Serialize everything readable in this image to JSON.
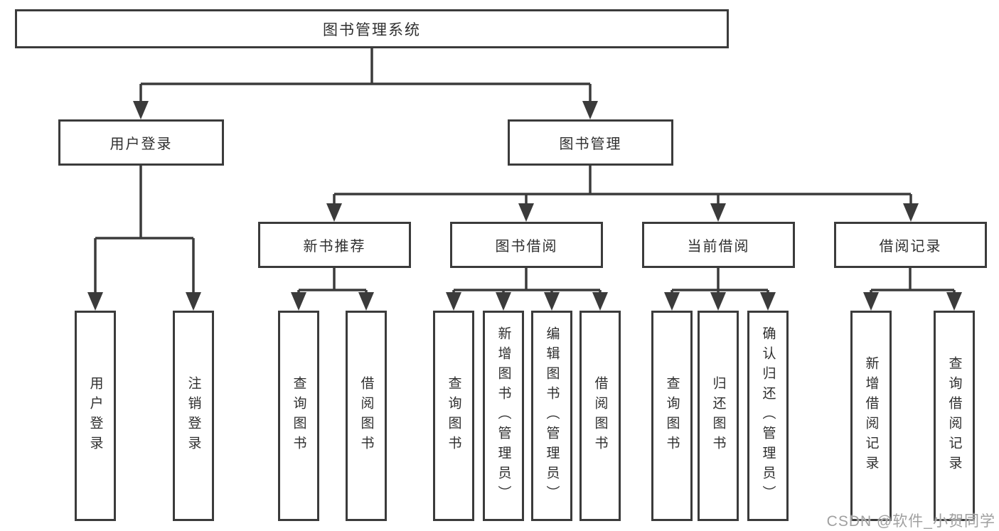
{
  "diagram": {
    "root": {
      "label": "图书管理系统"
    },
    "branches": [
      {
        "label": "用户登录",
        "children": [
          {
            "label": "用户登录"
          },
          {
            "label": "注销登录"
          }
        ]
      },
      {
        "label": "图书管理",
        "groups": [
          {
            "label": "新书推荐",
            "children": [
              {
                "label": "查询图书"
              },
              {
                "label": "借阅图书"
              }
            ]
          },
          {
            "label": "图书借阅",
            "children": [
              {
                "label": "查询图书"
              },
              {
                "label": "新增图书（管理员）"
              },
              {
                "label": "编辑图书（管理员）"
              },
              {
                "label": "借阅图书"
              }
            ]
          },
          {
            "label": "当前借阅",
            "children": [
              {
                "label": "查询图书"
              },
              {
                "label": "归还图书"
              },
              {
                "label": "确认归还（管理员）"
              }
            ]
          },
          {
            "label": "借阅记录",
            "children": [
              {
                "label": "新增借阅记录"
              },
              {
                "label": "查询借阅记录"
              }
            ]
          }
        ]
      }
    ]
  },
  "watermark": {
    "text": "CSDN @软件_小贺同学"
  },
  "colors": {
    "line": "#3b3b3b",
    "text": "#2f2f2f",
    "watermark": "#a0a0a0",
    "background": "#ffffff"
  }
}
